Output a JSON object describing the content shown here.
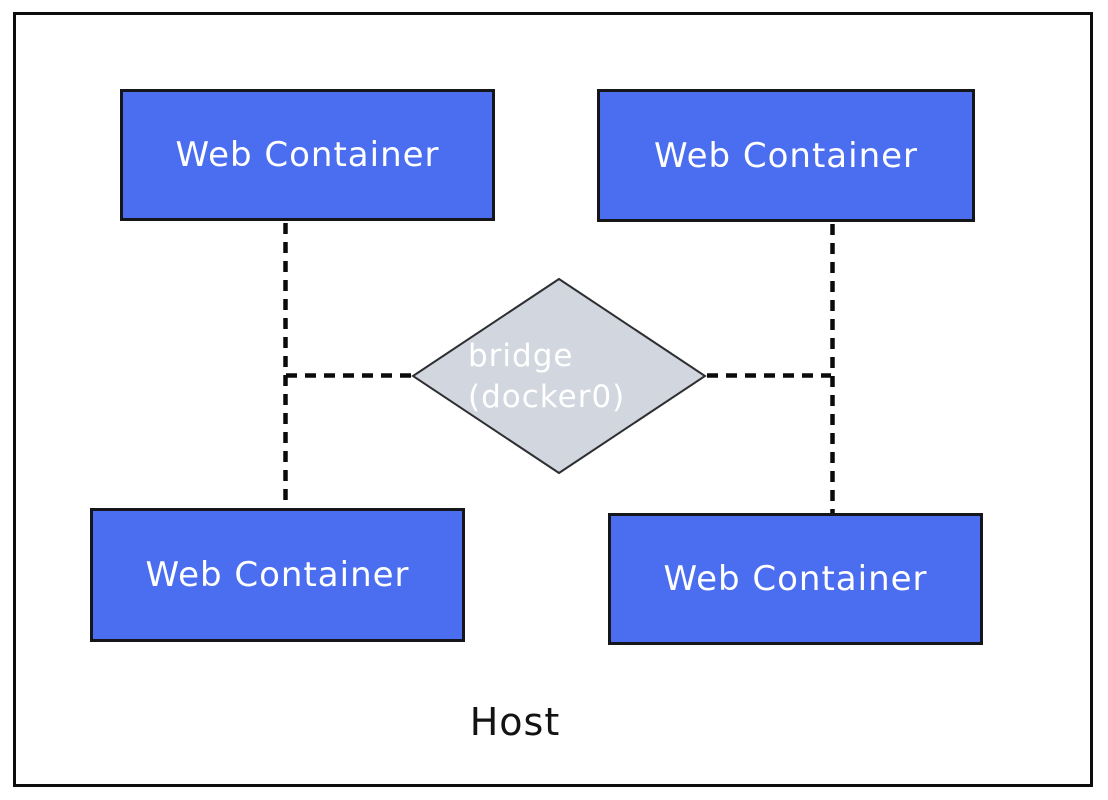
{
  "diagram": {
    "host_label": "Host",
    "nodes": [
      {
        "position": "top-left",
        "label": "Web Container"
      },
      {
        "position": "top-right",
        "label": "Web Container"
      },
      {
        "position": "bottom-left",
        "label": "Web Container"
      },
      {
        "position": "bottom-right",
        "label": "Web Container"
      }
    ],
    "bridge": {
      "label_line1": "bridge",
      "label_line2": "(docker0)"
    },
    "connectors": [
      {
        "from": "web-container-top-left",
        "to": "web-container-bottom-left",
        "style": "dashed"
      },
      {
        "from": "web-container-top-right",
        "to": "web-container-bottom-right",
        "style": "dashed"
      },
      {
        "from": "left-trunk",
        "to": "bridge-docker0",
        "style": "dashed"
      },
      {
        "from": "right-trunk",
        "to": "bridge-docker0",
        "style": "dashed"
      }
    ],
    "colors": {
      "node_fill": "#4b6ef0",
      "node_border": "#15161a",
      "node_text": "#ffffff",
      "bridge_fill": "#d2d6de",
      "bridge_border": "#2e2f33",
      "bridge_text": "#ffffff",
      "connector_line": "#0b0b0b",
      "host_border": "#0d0d0d",
      "host_text": "#131313",
      "background": "#ffffff"
    }
  }
}
